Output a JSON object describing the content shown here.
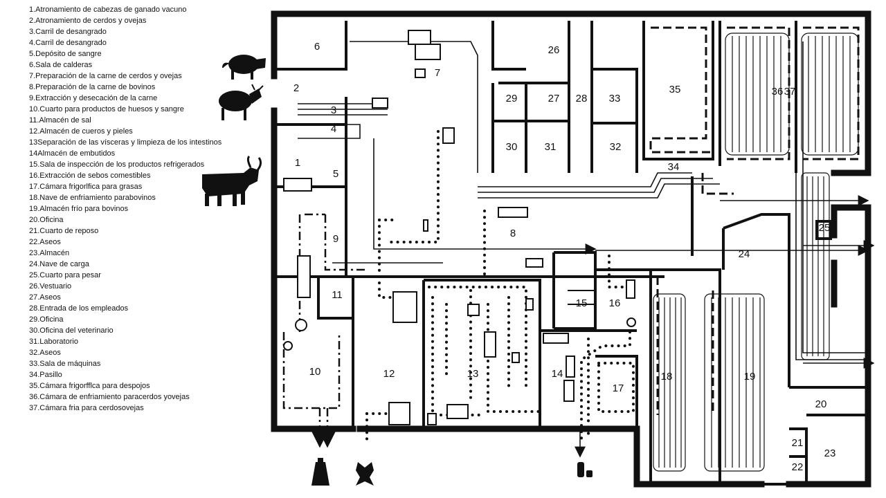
{
  "legend": [
    "1.Atronamiento de cabezas de ganado vacuno",
    "2.Atronamiento de cerdos y ovejas",
    "3.Carril de desangrado",
    "4.Carril de desangrado",
    "5.Depósito de sangre",
    "6.Sala de calderas",
    "7.Preparación de la carne de cerdos y ovejas",
    "8.Preparación de la carne de bovinos",
    "9.Extracción y desecación de la carne",
    "10.Cuarto para productos de huesos y sangre",
    "11.Almacén de sal",
    "12.Almacén de cueros y pieles",
    "13Separación de las vísceras y limpieza de los intestinos",
    "14Almacén de embutidos",
    "15.Sala de inspección de los productos refrigerados",
    "16.Extracción de sebos comestibles",
    "17.Cámara frigorlfica para grasas",
    "18.Nave de enfriamiento parabovinos",
    "19.Almacén frío para bovinos",
    "20.Oficina",
    "21.Cuarto de reposo",
    "22.Aseos",
    "23.Almacén",
    "24.Nave de carga",
    "25.Cuarto para pesar",
    "26.Vestuario",
    "27.Aseos",
    "28.Entrada de los empleados",
    "29.Oficina",
    "30.Oficina del veterinario",
    "31.Laboratorio",
    "32.Aseos",
    "33.Sala de máquinas",
    "34.Pasillo",
    "35.Cámara frigorfflca para despojos",
    "36.Cámara de enfriamiento paracerdos yovejas",
    "37.Cámara fria para cerdosovejas"
  ],
  "room_numbers": [
    "1",
    "2",
    "3",
    "4",
    "5",
    "6",
    "7",
    "8",
    "9",
    "10",
    "11",
    "12",
    "13",
    "14",
    "15",
    "16",
    "17",
    "18",
    "19",
    "20",
    "21",
    "22",
    "23",
    "24",
    "25",
    "26",
    "27",
    "28",
    "29",
    "30",
    "31",
    "32",
    "33",
    "34",
    "35",
    "36",
    "37"
  ],
  "icons": [
    "pig-silhouette-icon",
    "sheep-silhouette-icon",
    "cattle-silhouette-icon",
    "sack-icon",
    "hide-icon",
    "barrels-icon",
    "exit-arrow-icon"
  ]
}
